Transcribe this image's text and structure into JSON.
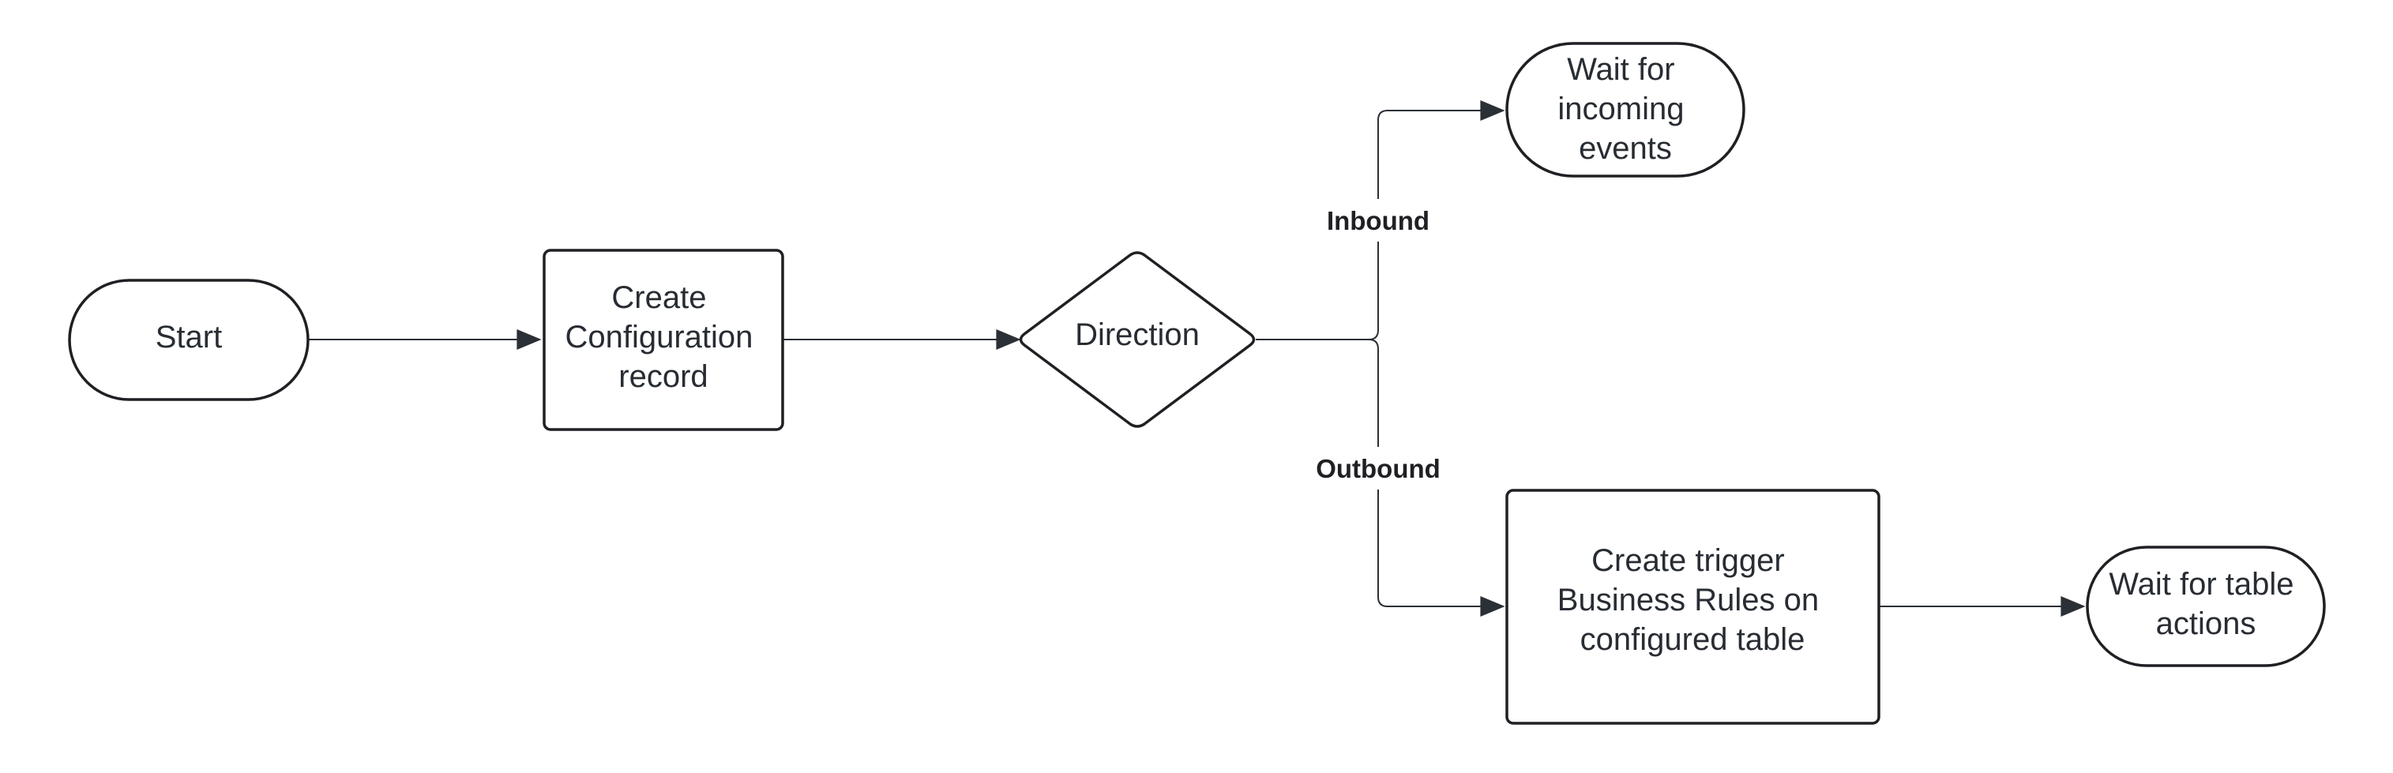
{
  "colors": {
    "stroke": "#1f1f24",
    "text": "#282c33",
    "fill": "#ffffff"
  },
  "nodes": {
    "start": {
      "shape": "terminator",
      "lines": [
        "Start"
      ]
    },
    "create_config": {
      "shape": "process",
      "lines": [
        "Create",
        "Configuration",
        "record"
      ]
    },
    "direction": {
      "shape": "decision",
      "lines": [
        "Direction"
      ]
    },
    "wait_incoming": {
      "shape": "terminator",
      "lines": [
        "Wait for",
        "incoming",
        "events"
      ]
    },
    "create_trigger": {
      "shape": "process",
      "lines": [
        "Create trigger",
        "Business Rules on",
        "configured table"
      ]
    },
    "wait_table": {
      "shape": "terminator",
      "lines": [
        "Wait for table",
        "actions"
      ]
    }
  },
  "edges": {
    "inbound": {
      "from": "direction",
      "to": "wait_incoming",
      "label": "Inbound"
    },
    "outbound": {
      "from": "direction",
      "to": "create_trigger",
      "label": "Outbound"
    }
  }
}
